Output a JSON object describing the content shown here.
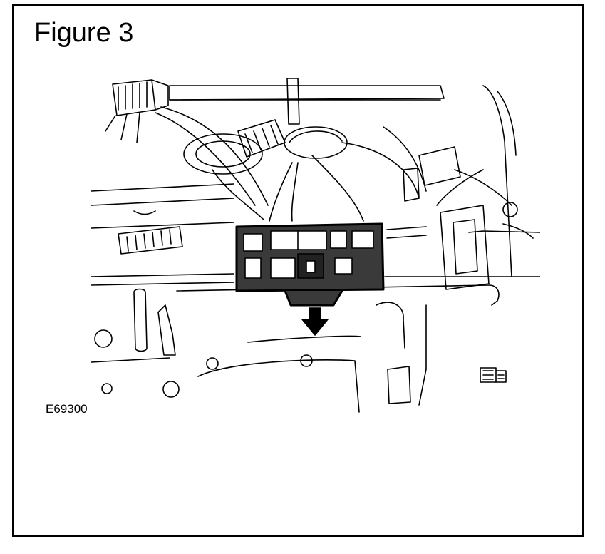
{
  "figure": {
    "title": "Figure 3",
    "reference_code": "E69300"
  },
  "colors": {
    "line": "#000000",
    "background": "#ffffff",
    "module_fill": "#3a3a3a"
  },
  "icons": {
    "arrow": "downward-arrow",
    "symbol": "engine-bay-symbol"
  }
}
